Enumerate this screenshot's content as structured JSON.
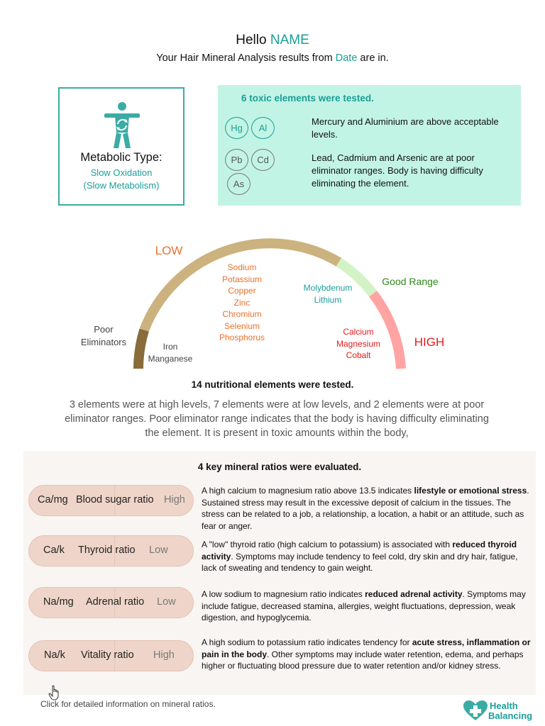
{
  "header": {
    "greeting": "Hello",
    "name": "NAME",
    "subline_pre": "Your Hair Mineral Analysis results from",
    "date": "Date",
    "subline_post": "are in."
  },
  "metabolic": {
    "icon": "person-cycle-icon",
    "label": "Metabolic Type:",
    "value_line1": "Slow Oxidation",
    "value_line2": "(Slow Metabolism)"
  },
  "toxic": {
    "title": "6 toxic elements were tested.",
    "above": {
      "chips": [
        "Hg",
        "Al"
      ],
      "text": "Mercury and Aluminium are above acceptable levels."
    },
    "poor": {
      "chips": [
        "Pb",
        "Cd",
        "As"
      ],
      "text": "Lead, Cadmium and Arsenic are at poor eliminator ranges. Body is having difficulty eliminating the element."
    }
  },
  "gauge": {
    "zones": {
      "low": "LOW",
      "poor_line1": "Poor",
      "poor_line2": "Eliminators",
      "good": "Good Range",
      "high": "HIGH"
    },
    "poor_elements": [
      "Iron",
      "Manganese"
    ],
    "low_elements": [
      "Sodium",
      "Potassium",
      "Copper",
      "Zinc",
      "Chromium",
      "Selenium",
      "Phosphorus"
    ],
    "good_elements": [
      "Molybdenum",
      "Lithium"
    ],
    "high_elements": [
      "Calcium",
      "Magnesium",
      "Cobalt"
    ],
    "colors": {
      "poor": "#8a6b3a",
      "low": "#ccb27e",
      "good": "#d3f3c6",
      "high": "#ffa3a3",
      "low_text": "#e8722d",
      "good_text": "#2f8a1a",
      "high_text": "#e21b1b",
      "teal_text": "#1a9e98"
    }
  },
  "nutritional": {
    "title": "14 nutritional elements were tested.",
    "text": "3 elements were at high levels, 7 elements were at low levels, and 2 elements were at poor eliminator ranges. Poor eliminator range indicates that the body is having difficulty eliminating the element. It is present in toxic amounts within the body,"
  },
  "ratios": {
    "title": "4 key mineral ratios were evaluated.",
    "items": [
      {
        "code": "Ca/mg",
        "name": "Blood sugar ratio",
        "status": "High",
        "desc_pre": "A high calcium to magnesium ratio above 13.5 indicates ",
        "desc_bold": "lifestyle or emotional stress",
        "desc_post": ". Sustained stress may result in the excessive deposit of calcium in the tissues. The stress can be related to a job, a relationship, a location, a habit or an attitude, such as fear or anger."
      },
      {
        "code": "Ca/k",
        "name": "Thyroid ratio",
        "status": "Low",
        "desc_pre": "A \"low\" thyroid ratio (high calcium to potassium) is associated with ",
        "desc_bold": "reduced thyroid activity",
        "desc_post": ". Symptoms may include tendency to feel cold, dry skin and dry hair, fatigue, lack of sweating and tendency to gain weight."
      },
      {
        "code": "Na/mg",
        "name": "Adrenal ratio",
        "status": "Low",
        "desc_pre": "A low sodium to magnesium ratio indicates ",
        "desc_bold": "reduced adrenal activity",
        "desc_post": ". Symptoms may include fatigue, decreased stamina, allergies, weight fluctuations, depression, weak digestion, and hypoglycemia."
      },
      {
        "code": "Na/k",
        "name": "Vitality ratio",
        "status": "High",
        "desc_pre": "A high sodium to potassium ratio indicates tendency for ",
        "desc_bold": "acute stress, inflammation or pain in the body",
        "desc_post": ". Other symptoms may include water retention, edema, and perhaps higher or fluctuating blood pressure due to water retention and/or kidney stress."
      }
    ]
  },
  "footer": {
    "note": "Click for detailed information on mineral ratios.",
    "hand_icon": "pointer-hand-icon",
    "logo_line1": "Health",
    "logo_line2": "Balancing",
    "logo_icon": "heart-cross-icon"
  }
}
